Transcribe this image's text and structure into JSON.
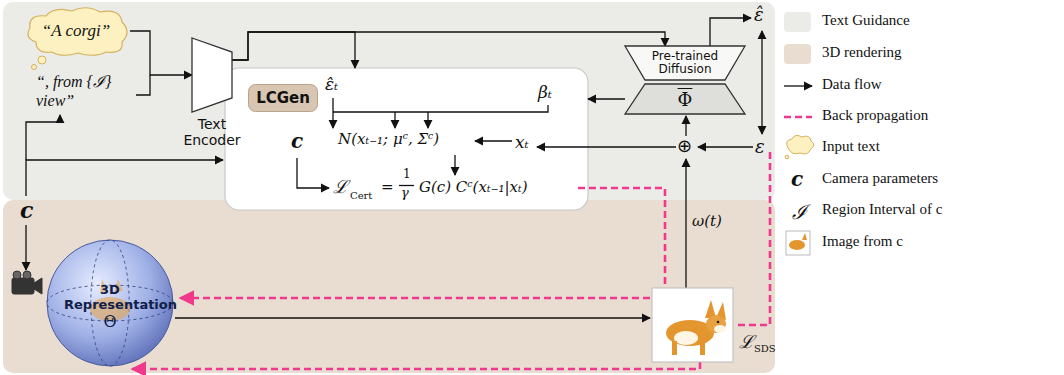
{
  "diagram": {
    "nodes": [
      {
        "text": [
          "“A corgi”"
        ]
      },
      {
        "text": [
          "Text Encoder"
        ]
      },
      {
        "text": [
          "ε̂ₜ",
          "βₜ",
          "N(xₜ₋₁; μᶜ, Σᶜ)",
          "c",
          "xₜ",
          "ℒ",
          "Cert",
          "=",
          "1",
          "γ",
          "G(c) Cᶜ(xₜ₋₁|xₜ)"
        ]
      },
      {
        "text": [
          "LCGen"
        ],
        "in": 2
      },
      {
        "text": [
          "Pre-trained Diffusion"
        ]
      },
      {
        "text": [
          "Φ"
        ]
      },
      {
        "text": [
          "3D Representation",
          "Θ"
        ]
      }
    ],
    "edges": [
      {
        "from": 0,
        "to": 1,
        "arrow": "to"
      },
      {
        "from": 1,
        "to": 4,
        "arrow": "to"
      },
      {
        "from": 1,
        "to": 2,
        "arrow": "to"
      },
      {
        "from": 5,
        "to": 2,
        "arrow": "to"
      }
    ],
    "labels": [
      "“, from {ℐ} view”",
      "c",
      "ε̂",
      "ε",
      "⊕",
      "ω(t)",
      "ℒ",
      "SDS",
      "c",
      "ℐ"
    ],
    "legend": [
      {
        "text": "Text Guidance",
        "color": "#ebebe8"
      },
      {
        "text": "3D rendering",
        "color": "#e8ddd0"
      },
      {
        "text": "Data flow"
      },
      {
        "text": "Back propagation"
      },
      {
        "text": "Input text"
      },
      {
        "text": "Camera parameters"
      },
      {
        "text": "Region Interval of c"
      },
      {
        "text": "Image from c"
      }
    ]
  }
}
